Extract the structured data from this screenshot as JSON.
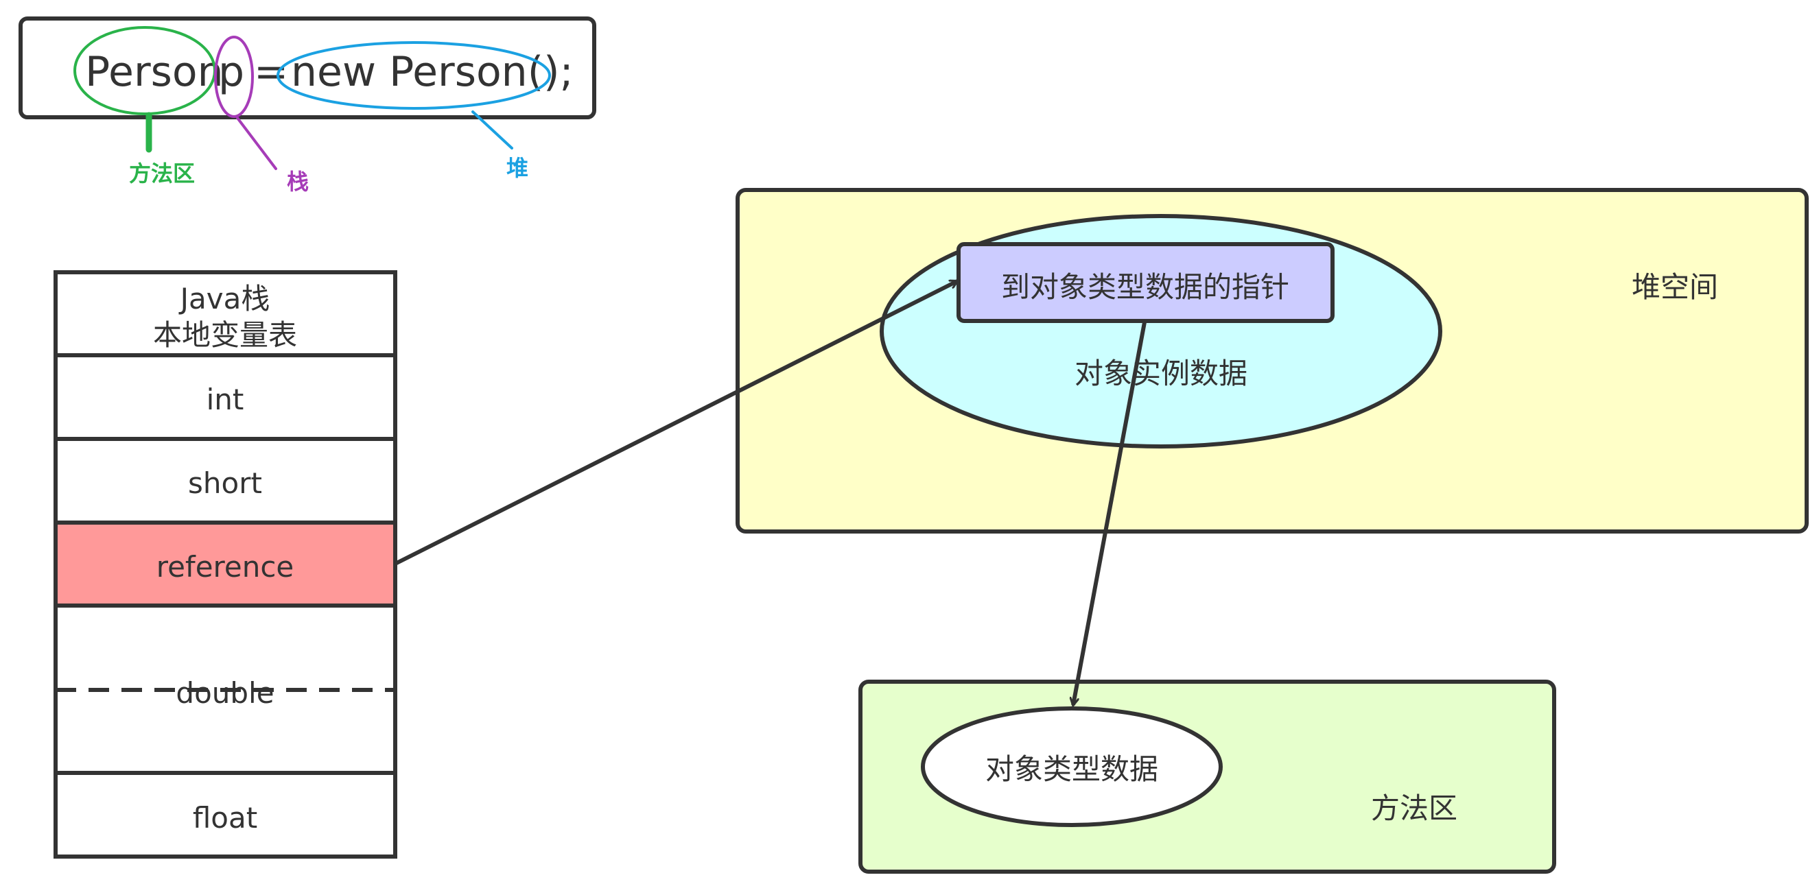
{
  "code_line": {
    "type_token": "Person",
    "var_token": "p",
    "equals": "=",
    "new_expr": "new Person();",
    "annotations": {
      "method_area": "方法区",
      "stack": "栈",
      "heap": "堆"
    }
  },
  "java_stack": {
    "header_line1": "Java栈",
    "header_line2": "本地变量表",
    "cells": [
      "int",
      "short",
      "reference",
      "double",
      "float"
    ]
  },
  "heap_space": {
    "label": "堆空间",
    "instance_data": "对象实例数据",
    "type_pointer": "到对象类型数据的指针"
  },
  "method_area": {
    "label": "方法区",
    "type_data": "对象类型数据"
  },
  "colors": {
    "outline": "#333333",
    "green_annot": "#2ab34a",
    "purple_annot": "#a63cb8",
    "blue_annot": "#1ba1e2",
    "reference_fill": "#ff9999",
    "heap_fill": "#ffffc8",
    "instance_fill": "#ccffff",
    "pointer_fill": "#ccccff",
    "method_area_fill": "#e6ffcc"
  }
}
